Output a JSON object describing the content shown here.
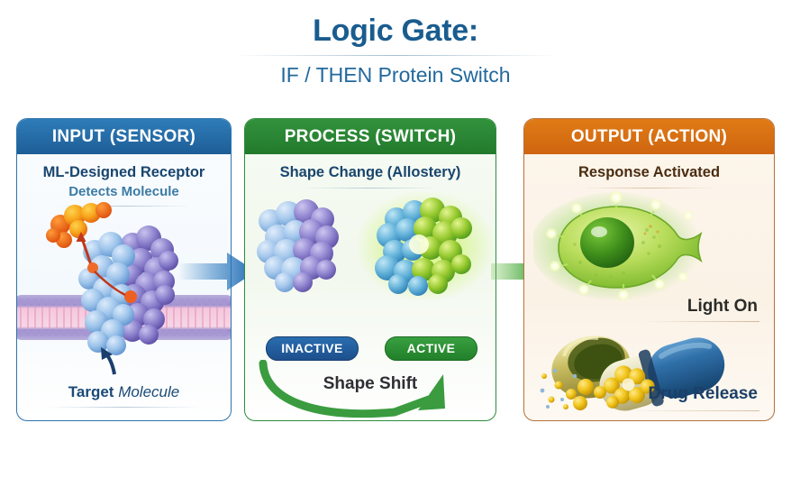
{
  "header": {
    "title": "Logic Gate:",
    "subtitle": "IF / THEN Protein Switch"
  },
  "colors": {
    "input_header": "#1d5e97",
    "process_header": "#227a2c",
    "output_header": "#cf6510",
    "title_blue": "#1a5c8e",
    "inactive_badge": "#1d4f8c",
    "active_badge": "#22802b",
    "arrow_blue": "#2f7cc0",
    "arrow_green": "#3aa33f"
  },
  "panels": [
    {
      "id": "input",
      "header": "INPUT (SENSOR)",
      "caption_primary": "ML-Designed Receptor",
      "caption_secondary": "Detects Molecule",
      "footer_bold": "Target",
      "footer_italic": "Molecule",
      "illustration": "membrane-receptor-binding-ligand"
    },
    {
      "id": "process",
      "header": "PROCESS (SWITCH)",
      "caption_primary": "Shape Change (Allostery)",
      "badge_left": "INACTIVE",
      "badge_right": "ACTIVE",
      "transition_label": "Shape Shift",
      "illustration_left": "inactive-protein-blue-purple",
      "illustration_right": "active-protein-blue-green-glow"
    },
    {
      "id": "output",
      "header": "OUTPUT (ACTION)",
      "caption_primary": "Response Activated",
      "label_top": "Light On",
      "label_bottom": "Drug Release",
      "illustration_top": "glowing-green-cell",
      "illustration_bottom": "open-capsule-spilling-granules"
    }
  ],
  "connectors": [
    {
      "id": "input-to-process",
      "icon": "arrow-right-blue"
    },
    {
      "id": "process-to-output",
      "icon": "arrow-right-green"
    }
  ]
}
